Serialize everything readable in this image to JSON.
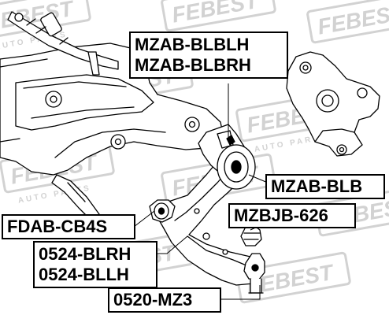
{
  "watermark": {
    "brand": "FEBEST",
    "subtitle": "AUTO PARTS"
  },
  "labels": {
    "mzab_blblh": "MZAB-BLBLH",
    "mzab_blbrh": "MZAB-BLBRH",
    "mzab_blb": "MZAB-BLB",
    "mzbjb_626": "MZBJB-626",
    "fdab_cb4s": "FDAB-CB4S",
    "blrh_0524": "0524-BLRH",
    "bllh_0524": "0524-BLLH",
    "mz3_0520": "0520-MZ3"
  },
  "colors": {
    "line": "#000000",
    "watermark": "#d2d2d2",
    "background": "#ffffff"
  }
}
